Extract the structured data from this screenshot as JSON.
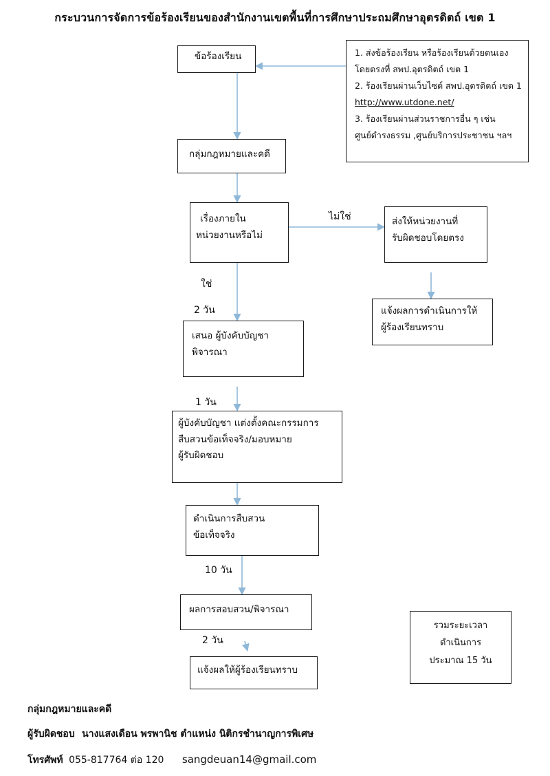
{
  "title": "กระบวนการจัดการข้อร้องเรียนของสำนักงานเขตพื้นที่การศึกษาประถมศึกษาอุตรดิตถ์ เขต 1",
  "nodes": {
    "complaint": "ข้อร้องเรียน",
    "legal_group": "กลุ่มกฎหมายและคดี",
    "decision_line1": "เรื่องภายใน",
    "decision_line2": "หน่วยงานหรือไม่",
    "forward_line1": "ส่งให้หน่วยงานที่",
    "forward_line2": "รับผิดชอบโดยตรง",
    "notify_result_line1": "แจ้งผลการดำเนินการให้",
    "notify_result_line2": "ผู้ร้องเรียนทราบ",
    "propose_line1": "เสนอ ผู้บังคับบัญชา",
    "propose_line2": "พิจารณา",
    "appoint_line1": "ผู้บังคับบัญชา แต่งตั้งคณะกรรมการ",
    "appoint_line2": "สืบสวนข้อเท็จจริง/มอบหมาย",
    "appoint_line3": "ผู้รับผิดชอบ",
    "investigate_line1": "ดำเนินการสืบสวน",
    "investigate_line2": "ข้อเท็จจริง",
    "result_review": "ผลการสอบสวน/พิจารณา",
    "notify_complainant": "แจ้งผลให้ผู้ร้องเรียนทราบ"
  },
  "channels": {
    "line1": "1. ส่งข้อร้องเรียน หรือร้องเรียนด้วยตนเอง",
    "line2": "โดยตรงที่ สพป.อุตรดิตถ์ เขต 1",
    "line3": "2. ร้องเรียนผ่านเว็บไซต์ สพป.อุตรดิตถ์ เขต 1",
    "url": "http://www.utdone.net/",
    "line5": "3. ร้องเรียนผ่านส่วนราชการอื่น ๆ  เช่น",
    "line6": "ศูนย์ดำรงธรรม ,ศูนย์บริการประชาชน ฯลฯ"
  },
  "labels": {
    "no": "ไม่ใช่",
    "yes": "ใช่",
    "days_2a": "2 วัน",
    "days_1": "1 วัน",
    "days_10": "10 วัน",
    "days_2b": "2 วัน"
  },
  "total_time": {
    "line1": "รวมระยะเวลา",
    "line2": "ดำเนินการ",
    "line3": "ประมาณ 15 วัน"
  },
  "footer": {
    "department": "กลุ่มกฎหมายและคดี",
    "responsible_label": "ผู้รับผิดชอบ",
    "responsible_value": "นางแสงเดือน พรพานิช ตำแหน่ง นิติกรชำนาญการพิเศษ",
    "phone_label": "โทรศัพท์",
    "phone_value": "055-817764 ต่อ 120",
    "email": "sangdeuan14@gmail.com"
  },
  "colors": {
    "arrow": "#8fb8d8",
    "border": "#1a1a1a"
  }
}
